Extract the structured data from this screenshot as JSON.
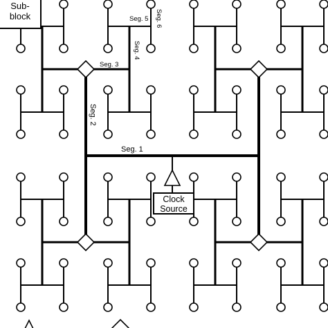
{
  "diagram": {
    "labels": {
      "seg1": "Seg. 1",
      "seg2": "Seg. 2",
      "seg3": "Seg. 3",
      "seg4": "Seg. 4",
      "seg5": "Seg. 5",
      "seg6": "Seg. 6"
    },
    "subblock": {
      "line1": "Sub-",
      "line2": "block"
    },
    "clock_source": {
      "line1": "Clock",
      "line2": "Source"
    },
    "colors": {
      "line": "#000000",
      "background": "#ffffff"
    },
    "node_shape": "circle-icon",
    "buffer_shape": "diamond-icon",
    "source_shape": "triangle-icon"
  }
}
